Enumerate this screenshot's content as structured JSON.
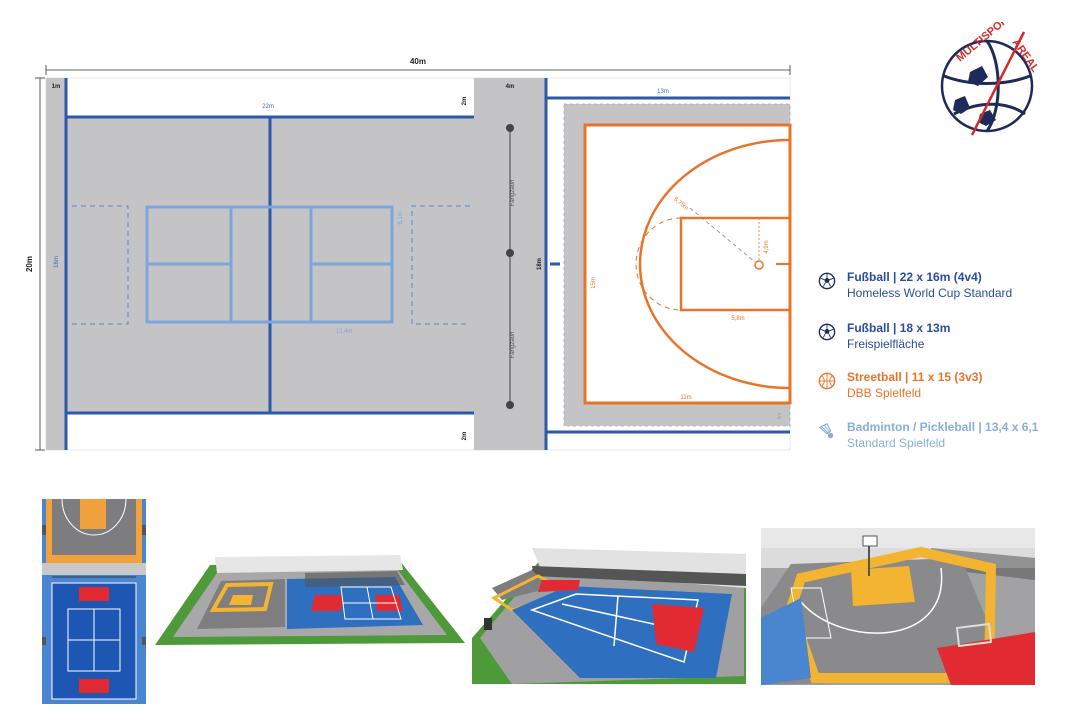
{
  "plan": {
    "total_width_label": "40m",
    "total_height_label": "20m",
    "strip_width_label": "1m",
    "football_width_label": "22m",
    "football_height_label": "16m",
    "margin_top_label": "2m",
    "margin_bottom_label": "2m",
    "aisle_width_label": "4m",
    "fence_label": "Fangzaun",
    "fence_label_2": "Fangzaun",
    "street_width_label": "13m",
    "street_height_label": "18m",
    "badminton_width_label": "13,4m",
    "badminton_height_label": "6,1m",
    "court_height_label": "15m",
    "court_width_label": "11m",
    "arc_label": "6,75m",
    "key_width_label": "5,8m",
    "key_depth_label": "4,9m",
    "small_corner_label": "1m"
  },
  "logo": {
    "text_top": "MULTISPORT",
    "text_side": "AREAL"
  },
  "legend": [
    {
      "title": "Fußball | 22 x 16m (4v4)",
      "subtitle": "Homeless World Cup Standard",
      "icon": "football-icon",
      "color": "#2a4e9c"
    },
    {
      "title": "Fußball | 18 x 13m",
      "subtitle": "Freispielfläche",
      "icon": "football-icon",
      "color": "#2a4e9c"
    },
    {
      "title": "Streetball | 11 x 15 (3v3)",
      "subtitle": "DBB Spielfeld",
      "icon": "basketball-icon",
      "color": "#e8742a"
    },
    {
      "title": "Badminton / Pickleball | 13,4 x 6,1",
      "subtitle": "Standard Spielfeld",
      "icon": "shuttlecock-icon",
      "color": "#8aaedc"
    }
  ],
  "colors": {
    "blue_line": "#2a5aa8",
    "orange_line": "#e8742a",
    "light_blue_line": "#7ea6dc",
    "field_gray": "#c4c4c6",
    "court_blue": "#2f6fc0",
    "court_red": "#e12a32",
    "court_yellow": "#f2b431",
    "grass": "#4e9a3a"
  }
}
